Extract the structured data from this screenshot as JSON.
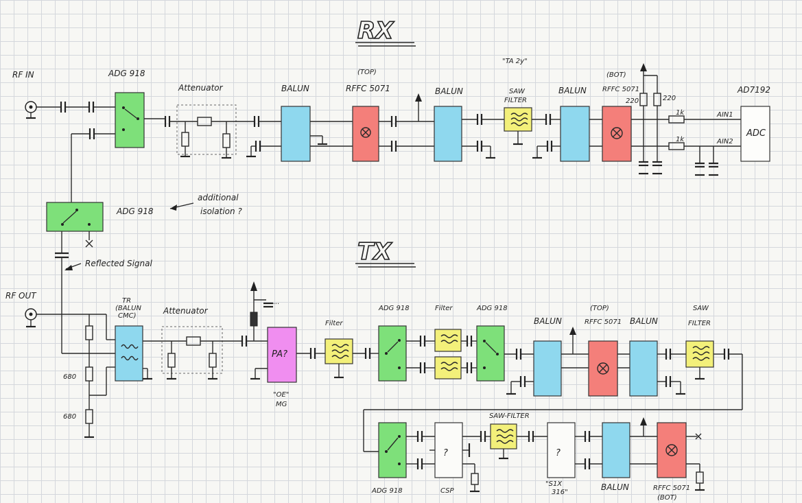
{
  "titles": {
    "rx": "RX",
    "tx": "TX"
  },
  "rx": {
    "rf_in": "RF IN",
    "switch1": "ADG 918",
    "attenuator": "Attenuator",
    "balun1": "BALUN",
    "mixer_top_note": "(TOP)",
    "mixer1": "RFFC 5071",
    "balun2": "BALUN",
    "saw_note": "\"TA 2y\"",
    "saw": "SAW",
    "saw2": "FILTER",
    "balun3": "BALUN",
    "mixer_bot_note": "(BOT)",
    "mixer2": "RFFC 5071",
    "r220a": "220",
    "r220b": "220",
    "r1ka": "1k",
    "r1kb": "1k",
    "ain1": "AIN1",
    "ain2": "AIN2",
    "adc_chip": "AD7192",
    "adc": "ADC"
  },
  "mid": {
    "switch": "ADG 918",
    "note1": "additional",
    "note2": "isolation ?",
    "reflected": "Reflected Signal"
  },
  "tx": {
    "rf_out": "RF OUT",
    "tr1": "TR",
    "tr2": "(BALUN",
    "tr3": "CMC)",
    "r680a": "680",
    "r680b": "680",
    "attenuator": "Attenuator",
    "pa": "PA?",
    "pa_note1": "\"OE\"",
    "pa_note2": "MG",
    "filter1": "Filter",
    "switch1": "ADG 918",
    "filter2": "Filter",
    "switch2": "ADG 918",
    "balun1": "BALUN",
    "mixer_top_note": "(TOP)",
    "mixer1": "RFFC 5071",
    "balun2": "BALUN",
    "saw": "SAW",
    "saw2": "FILTER",
    "switch3": "ADG 918",
    "csp_box": "?",
    "csp": "CSP",
    "saw_filter": "SAW-FILTER",
    "sxx_box": "?",
    "sxx1": "\"S1X",
    "sxx2": "316\"",
    "balun3": "BALUN",
    "mixer2": "RFFC 5071",
    "mixer_bot_note": "(BOT)"
  }
}
